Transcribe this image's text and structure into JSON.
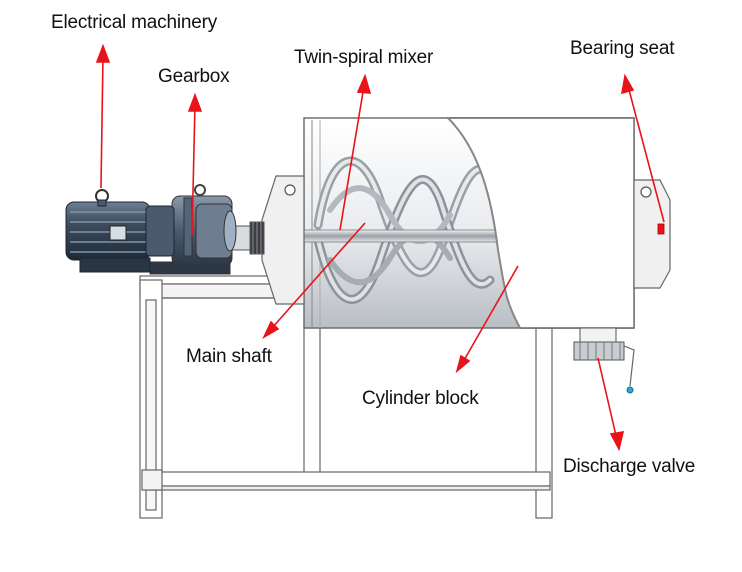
{
  "labels": {
    "electrical_machinery": "Electrical machinery",
    "gearbox": "Gearbox",
    "twin_spiral_mixer": "Twin-spiral mixer",
    "bearing_seat": "Bearing seat",
    "main_shaft": "Main shaft",
    "cylinder_block": "Cylinder block",
    "discharge_valve": "Discharge valve"
  },
  "colors": {
    "arrow": "#e8141a",
    "outline": "#555555",
    "motor": "#3a4a5c",
    "metal": "#cfd3d8"
  }
}
